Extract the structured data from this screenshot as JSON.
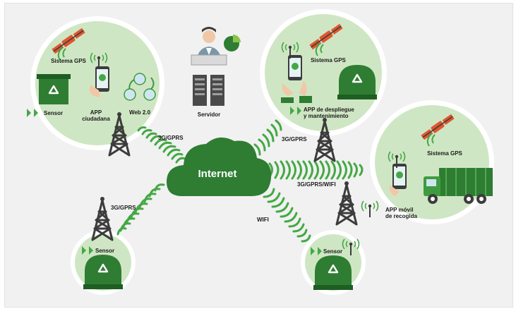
{
  "center": {
    "label": "Internet"
  },
  "server": {
    "label": "Servidor"
  },
  "clusters": {
    "citizen": {
      "gps_label": "Sistema GPS",
      "sensor_label": "Sensor",
      "app_label_1": "APP",
      "app_label_2": "ciudadana",
      "web_label": "Web 2.0"
    },
    "maintenance": {
      "gps_label": "Sistema GPS",
      "app_label_1": "APP de despliegue",
      "app_label_2": "y mantenimiento"
    },
    "truck": {
      "gps_label": "Sistema GPS",
      "app_label_1": "APP móvil",
      "app_label_2": "de recogida"
    },
    "sensor_left": {
      "sensor_label": "Sensor"
    },
    "sensor_right": {
      "sensor_label": "Sensor"
    }
  },
  "links": {
    "top_left": "3G/GPRS",
    "top_right": "3G/GPRS",
    "right": "3G/GPRS/WIFI",
    "bottom_left": "3G/GPRS",
    "bottom_right": "WIFI"
  },
  "colors": {
    "dark_green": "#2e7d32",
    "mid_green": "#3f9b3f",
    "light_green_bg": "#cfe6c4",
    "wave_green": "#45a845",
    "tower_gray": "#3c3c3c",
    "satellite_red": "#e0552f"
  }
}
